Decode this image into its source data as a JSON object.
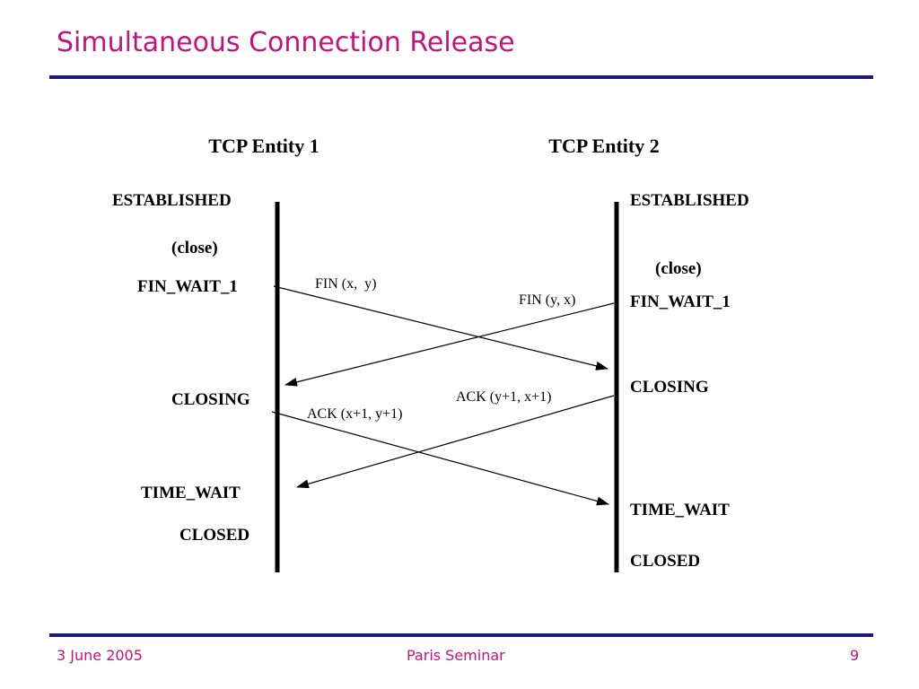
{
  "slide": {
    "title": "Simultaneous Connection Release",
    "footer": {
      "date": "3 June 2005",
      "center": "Paris Seminar",
      "page": "9"
    },
    "colors": {
      "title": "#c0157e",
      "rule": "#1a1a7a",
      "text": "#000000"
    }
  },
  "diagram": {
    "entity1": {
      "name": "TCP Entity 1",
      "states": {
        "established": "ESTABLISHED",
        "close": "(close)",
        "fin_wait_1": "FIN_WAIT_1",
        "closing": "CLOSING",
        "time_wait": "TIME_WAIT",
        "closed": "CLOSED"
      }
    },
    "entity2": {
      "name": "TCP Entity 2",
      "states": {
        "established": "ESTABLISHED",
        "close": "(close)",
        "fin_wait_1": "FIN_WAIT_1",
        "closing": "CLOSING",
        "time_wait": "TIME_WAIT",
        "closed": "CLOSED"
      }
    },
    "messages": {
      "fin_1_to_2": "FIN (x,  y)",
      "fin_2_to_1": "FIN (y, x)",
      "ack_2_to_1": "ACK (y+1, x+1)",
      "ack_1_to_2": "ACK (x+1, y+1)"
    }
  }
}
